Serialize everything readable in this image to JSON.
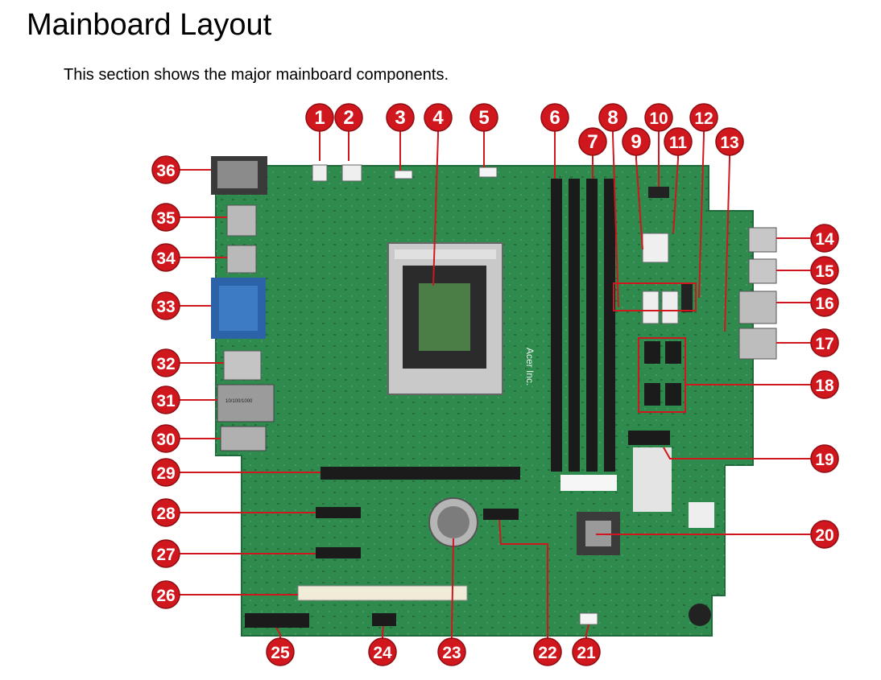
{
  "page": {
    "title": "Mainboard Layout",
    "subtitle": "This section shows the major mainboard components."
  },
  "board": {
    "silkscreen": "Acer Inc.",
    "port_label": "10/100/1000",
    "colors": {
      "pcb": "#2f8a4e",
      "pcb_dark": "#1f6a3a",
      "slot": "#1b1b1b",
      "callout": "#d0171d",
      "io_blue": "#2c63a8"
    }
  },
  "callouts": [
    {
      "n": "1"
    },
    {
      "n": "2"
    },
    {
      "n": "3"
    },
    {
      "n": "4"
    },
    {
      "n": "5"
    },
    {
      "n": "6"
    },
    {
      "n": "7"
    },
    {
      "n": "8"
    },
    {
      "n": "9"
    },
    {
      "n": "10"
    },
    {
      "n": "11"
    },
    {
      "n": "12"
    },
    {
      "n": "13"
    },
    {
      "n": "14"
    },
    {
      "n": "15"
    },
    {
      "n": "16"
    },
    {
      "n": "17"
    },
    {
      "n": "18"
    },
    {
      "n": "19"
    },
    {
      "n": "20"
    },
    {
      "n": "21"
    },
    {
      "n": "22"
    },
    {
      "n": "23"
    },
    {
      "n": "24"
    },
    {
      "n": "25"
    },
    {
      "n": "26"
    },
    {
      "n": "27"
    },
    {
      "n": "28"
    },
    {
      "n": "29"
    },
    {
      "n": "30"
    },
    {
      "n": "31"
    },
    {
      "n": "32"
    },
    {
      "n": "33"
    },
    {
      "n": "34"
    },
    {
      "n": "35"
    },
    {
      "n": "36"
    }
  ]
}
